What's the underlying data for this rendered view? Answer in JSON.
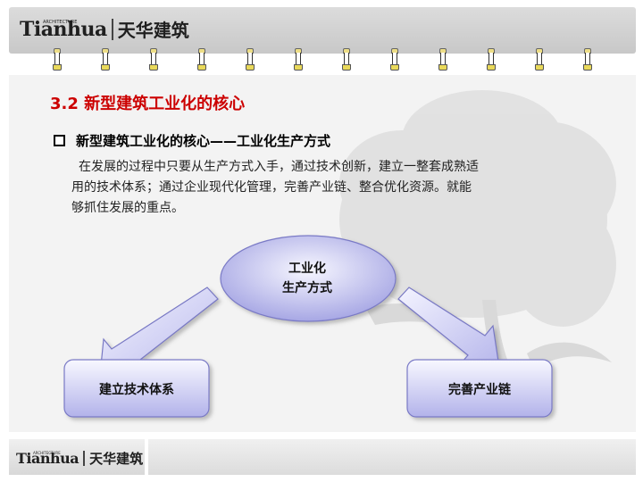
{
  "header": {
    "logo_small": "ARCHITECTURE",
    "logo_en": "Tianhua",
    "logo_cn": "天华建筑"
  },
  "binder_ring_count": 12,
  "slide": {
    "section_title": "3.2 新型建筑工业化的核心",
    "bullet": "新型建筑工业化的核心——工业化生产方式",
    "paragraph_lines": [
      "在发展的过程中只要从生产方式入手，通过技术创新，建立一整套成熟适",
      "用的技术体系；通过企业现代化管理，完善产业链、整合优化资源。就能",
      "够抓住发展的重点。"
    ]
  },
  "diagram": {
    "center_line1": "工业化",
    "center_line2": "生产方式",
    "left_box": "建立技术体系",
    "right_box": "完善产业链"
  },
  "footer": {
    "logo_small": "ARCHITECTURE",
    "logo_en": "Tianhua",
    "logo_cn": "天华建筑"
  },
  "colors": {
    "title_red": "#cc0000",
    "shape_fill_light": "#f4f4ff",
    "shape_fill_dark": "#a9a9e6",
    "shape_border": "#7070c0"
  }
}
